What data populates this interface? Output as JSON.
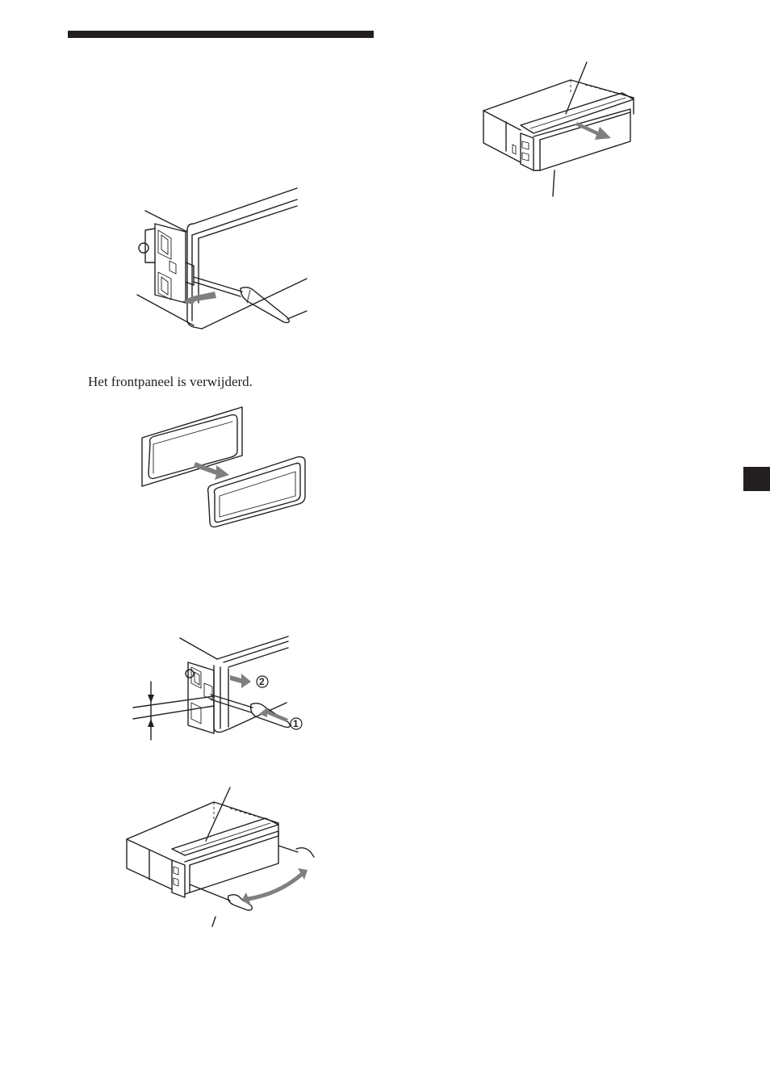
{
  "page": {
    "header_rule": "",
    "side_tab": ""
  },
  "figure_panel_release": {
    "icon": "screwdriver-release-panel-illustration"
  },
  "caption": {
    "text": "Het frontpaneel is verwijderd."
  },
  "figure_panel_removed": {
    "icon": "front-panel-removed-illustration"
  },
  "figure_release_keys": {
    "icon": "release-key-insertion-illustration",
    "callouts": [
      "1",
      "2"
    ]
  },
  "figure_two_keys": {
    "icon": "two-release-keys-illustration"
  },
  "figure_pull_out": {
    "icon": "unit-pull-out-illustration"
  },
  "colors": {
    "ink": "#231f20",
    "arrow_gray": "#7f7f7f"
  }
}
